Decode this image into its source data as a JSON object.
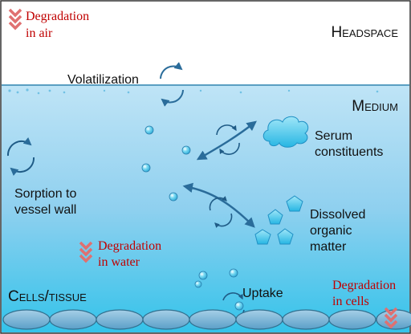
{
  "zones": {
    "headspace": "Headspace",
    "medium": "Medium",
    "cells": "Cells/tissue"
  },
  "processes": {
    "volatilization": "Volatilization",
    "sorption": [
      "Sorption to",
      "vessel wall"
    ],
    "serum": [
      "Serum",
      "constituents"
    ],
    "dom": [
      "Dissolved",
      "organic",
      "matter"
    ],
    "uptake": "Uptake"
  },
  "degradation": {
    "air": [
      "Degradation",
      "in air"
    ],
    "water": [
      "Degradation",
      "in water"
    ],
    "cells": [
      "Degradation",
      "in cells"
    ]
  },
  "colors": {
    "degradation_text": "#c00000",
    "chevron": "#e07070",
    "arrow": "#2a6c9a",
    "particle": "#5fd0ee",
    "medium_top": "#a9d9f1",
    "medium_bottom": "#2fc1ea",
    "cell_fill": "#6aaed3"
  }
}
